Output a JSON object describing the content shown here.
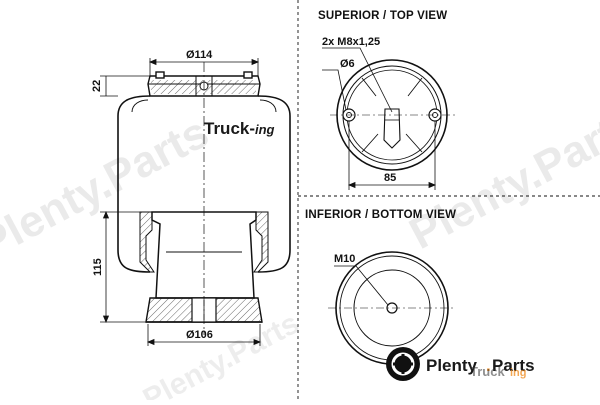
{
  "diagram": {
    "top_view_title": "SUPERIOR / TOP VIEW",
    "bottom_view_title": "INFERIOR / BOTTOM VIEW",
    "dimensions": {
      "top_diameter": "Ø114",
      "bottom_diameter": "Ø106",
      "top_height": "22",
      "overall_height": "115",
      "bolt_spec": "2x M8x1,25",
      "hole_diameter": "Ø6",
      "bolt_spacing": "85",
      "bottom_thread": "M10"
    },
    "product_brand": {
      "main": "Truck-",
      "suffix": "ing"
    }
  },
  "watermark": {
    "text": "Plenty.Parts",
    "logo_main": "Plenty",
    "logo_suffix": "Parts",
    "overlay_brand_main": "Truck",
    "overlay_brand_suffix": "ing"
  },
  "colors": {
    "line": "#111111",
    "watermark": "#d9d9d9",
    "accent": "#f08a1c"
  }
}
